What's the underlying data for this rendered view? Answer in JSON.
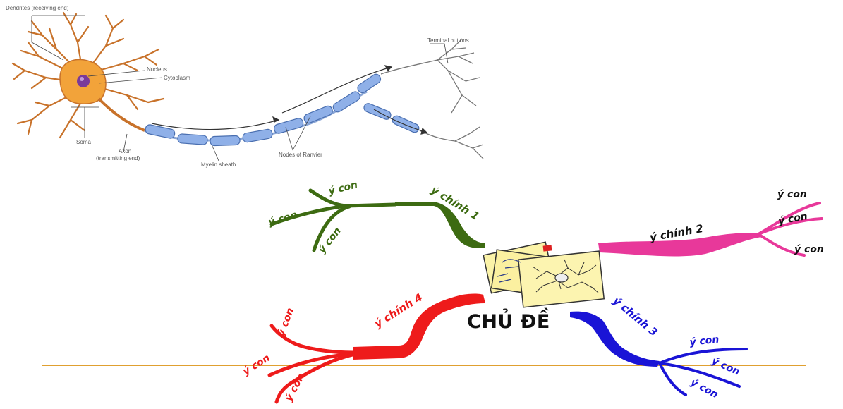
{
  "neuron": {
    "dendrites_label": "Dendrites (receiving end)",
    "nucleus_label": "Nucleus",
    "cytoplasm_label": "Cytoplasm",
    "terminal_label": "Terminal buttons",
    "soma_label": "Soma",
    "axon_label_line1": "Axon",
    "axon_label_line2": "(transmitting end)",
    "myelin_label": "Myelin sheath",
    "ranvier_label": "Nodes of Ranvier"
  },
  "mindmap": {
    "center": "CHỦ ĐỀ",
    "branches": [
      {
        "label": "ý chính 1",
        "color": "#3d6b12",
        "subs": [
          "ý con",
          "ý con",
          "ý con"
        ]
      },
      {
        "label": "ý chính 2",
        "color": "#e8389a",
        "subs": [
          "ý con",
          "ý con",
          "ý con"
        ]
      },
      {
        "label": "ý chính 3",
        "color": "#1a14d6",
        "subs": [
          "ý con",
          "ý con",
          "ý con"
        ]
      },
      {
        "label": "ý chính 4",
        "color": "#ee1b1b",
        "subs": [
          "ý con",
          "ý con",
          "ý con"
        ]
      }
    ],
    "baseline_color": "#e0a030"
  }
}
